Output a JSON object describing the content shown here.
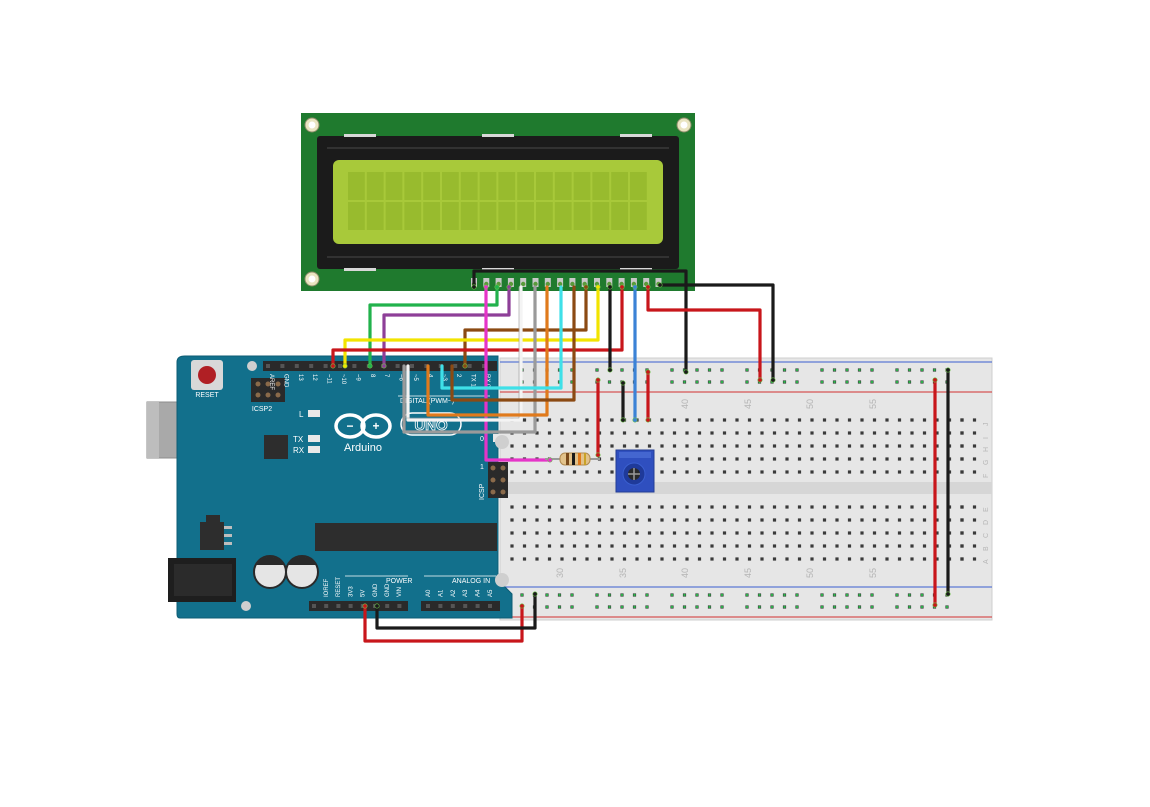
{
  "lcd": {
    "columns": 16,
    "rows": 2
  },
  "arduino": {
    "brand": "Arduino",
    "logo_text": "UNO",
    "reset_label": "RESET",
    "icsp2_label": "ICSP2",
    "icsp_label": "ICSP",
    "led_l_label": "L",
    "led_tx_label": "TX",
    "led_rx_label": "RX",
    "digital_label": "DIGITAL (PWM~)",
    "power_label": "POWER",
    "analog_label": "ANALOG IN",
    "header_top_labels": [
      "AREF",
      "GND",
      "13",
      "12",
      "~11",
      "~10",
      "~9",
      "8",
      "7",
      "~6",
      "~5",
      "4",
      "~3",
      "2",
      "TX 1",
      "RX 0"
    ],
    "header_power_labels": [
      "IOREF",
      "RESET",
      "3V3",
      "5V",
      "GND",
      "GND",
      "VIN"
    ],
    "header_analog_labels": [
      "A0",
      "A1",
      "A2",
      "A3",
      "A4",
      "A5"
    ],
    "small_numbers": [
      "1",
      "0",
      "1"
    ]
  },
  "breadboard": {
    "top_column_numbers": [
      "40",
      "45",
      "50",
      "55"
    ],
    "bottom_column_numbers": [
      "30",
      "35",
      "40",
      "45",
      "50",
      "55"
    ],
    "right_row_letters_top": [
      "J",
      "I",
      "H",
      "G",
      "F"
    ],
    "right_row_letters_bottom": [
      "E",
      "D",
      "C",
      "B",
      "A"
    ]
  },
  "colors": {
    "arduino_board": "#12708c",
    "lcd_pcb": "#1f7a2e",
    "lcd_screen": "#a8c93a",
    "breadboard": "#e6e6e6",
    "wire_red": "#c8161b",
    "wire_black": "#1a1a1a",
    "wire_green": "#22b24c",
    "wire_purple": "#8e3f98",
    "wire_yellow": "#f2e400",
    "wire_brown": "#8b4a13",
    "wire_white": "#f4f4f4",
    "wire_gray": "#9a9a9a",
    "wire_cyan": "#3fe0e8",
    "wire_orange": "#e07a1c",
    "wire_magenta": "#e534c8",
    "wire_blue": "#3b82d6"
  },
  "components": [
    "potentiometer",
    "resistor"
  ]
}
